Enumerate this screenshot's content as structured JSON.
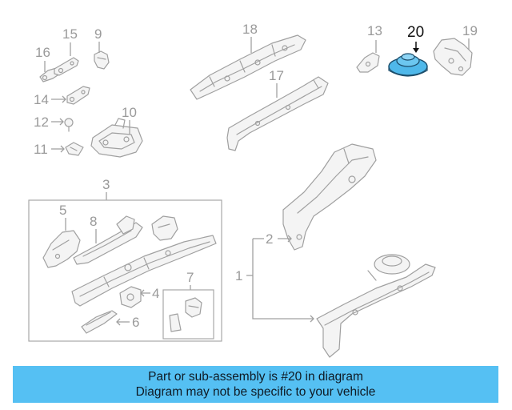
{
  "diagram": {
    "callouts": {
      "c1": "1",
      "c2": "2",
      "c3": "3",
      "c4": "4",
      "c5": "5",
      "c6": "6",
      "c7": "7",
      "c8": "8",
      "c9": "9",
      "c10": "10",
      "c11": "11",
      "c12": "12",
      "c13": "13",
      "c14": "14",
      "c15": "15",
      "c16": "16",
      "c17": "17",
      "c18": "18",
      "c19": "19",
      "c20": "20"
    },
    "highlight_color": "#4fb8ea",
    "highlight_part": "20"
  },
  "banner": {
    "line1": "Part or sub-assembly is #20 in diagram",
    "line2": "Diagram may not be specific to your vehicle",
    "background": "#55c0f3"
  }
}
